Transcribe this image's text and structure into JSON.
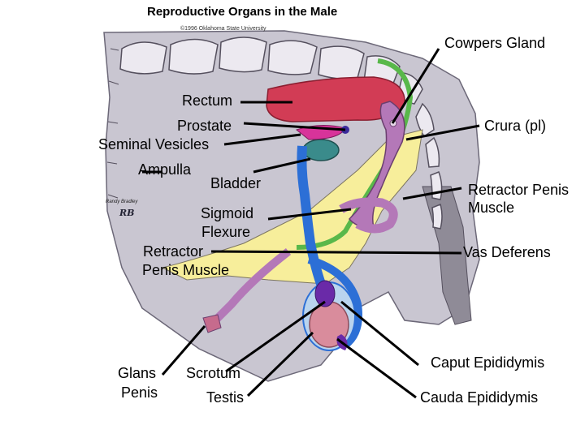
{
  "title": "Reproductive Organs in the Male",
  "copyright": "©1996 Oklahoma State University",
  "artist": "Randy Bradley",
  "artist_monogram": "RB",
  "labels": {
    "cowpers_gland": "Cowpers Gland",
    "rectum": "Rectum",
    "prostate": "Prostate",
    "seminal_vesicles": "Seminal Vesicles",
    "crura": "Crura (pl)",
    "ampulla": "Ampulla",
    "bladder": "Bladder",
    "retractor_penis_muscle_right_1": "Retractor Penis",
    "retractor_penis_muscle_right_2": "Muscle",
    "sigmoid_flexure_1": "Sigmoid",
    "sigmoid_flexure_2": "Flexure",
    "retractor_penis_muscle_left_1": "Retractor",
    "retractor_penis_muscle_left_2": "Penis Muscle",
    "vas_deferens": "Vas Deferens",
    "glans_penis_1": "Glans",
    "glans_penis_2": "Penis",
    "scrotum": "Scrotum",
    "testis": "Testis",
    "caput_epididymis": "Caput Epididymis",
    "cauda_epididymis": "Cauda Epididymis"
  },
  "colors": {
    "body": "#c9c6d1",
    "spine": "#ece9f0",
    "rectum": "#d23c55",
    "yellow_area": "#f7ee9b",
    "vas_deferens": "#2c6fd6",
    "retractor_muscle": "#59b84a",
    "penis": "#b478b8",
    "testis": "#d98c9c",
    "epididymis": "#6a2aa8",
    "gland": "#3a8b8b",
    "seminal_vesicle": "#d8339a"
  }
}
